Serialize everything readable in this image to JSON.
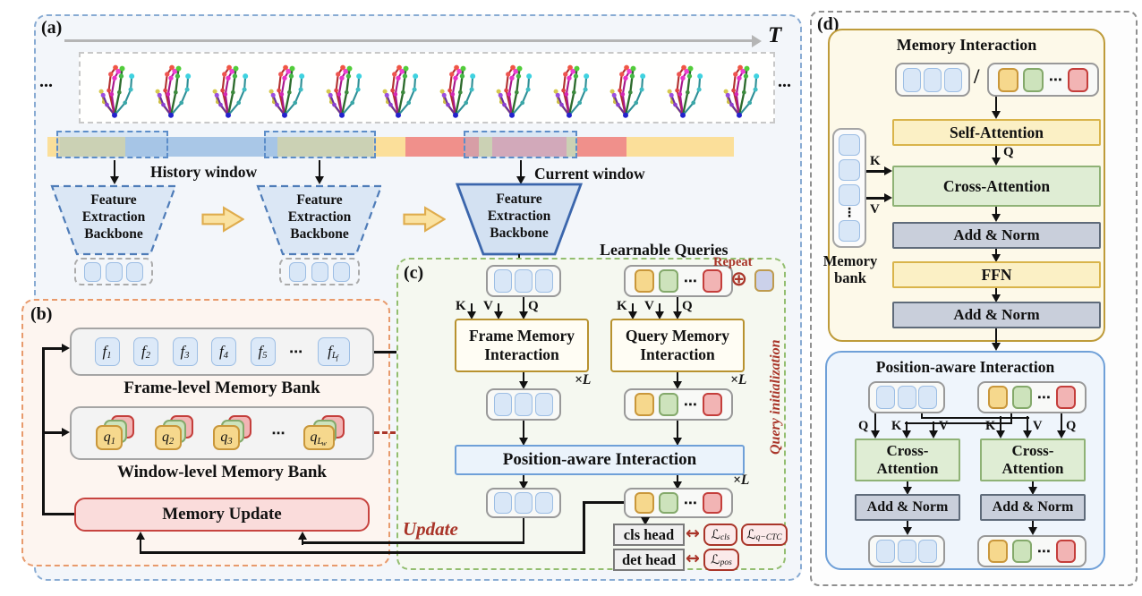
{
  "figure": {
    "a": {
      "label": "(a)",
      "t_label": "T",
      "ellipsis": "...",
      "history_window": "History window",
      "current_window": "Current window",
      "backbone_line1": "Feature",
      "backbone_line2": "Extraction",
      "backbone_line3": "Backbone"
    },
    "b": {
      "label": "(b)",
      "frame_bank_title": "Frame-level Memory Bank",
      "window_bank_title": "Window-level Memory Bank",
      "memory_update": "Memory Update",
      "dots": "⋯",
      "frame_tokens": [
        {
          "base": "f",
          "sub": "1"
        },
        {
          "base": "f",
          "sub": "2"
        },
        {
          "base": "f",
          "sub": "3"
        },
        {
          "base": "f",
          "sub": "4"
        },
        {
          "base": "f",
          "sub": "5"
        },
        {
          "base": "f",
          "sub": "L",
          "subsub": "f"
        }
      ],
      "window_tokens": [
        {
          "base": "q",
          "sub": "1"
        },
        {
          "base": "q",
          "sub": "2"
        },
        {
          "base": "q",
          "sub": "3"
        },
        {
          "base": "q",
          "sub": "L",
          "subsub": "w"
        }
      ]
    },
    "c": {
      "label": "(c)",
      "learnable_queries": "Learnable Queries",
      "repeat": "Repeat",
      "oplus": "⊕",
      "k": "K",
      "v": "V",
      "q": "Q",
      "dots": "⋯",
      "frame_memory_interaction_1": "Frame Memory",
      "frame_memory_interaction_2": "Interaction",
      "query_memory_interaction_1": "Query Memory",
      "query_memory_interaction_2": "Interaction",
      "position_aware_interaction": "Position-aware Interaction",
      "times_l": "×L",
      "query_initialization": "Query initialization",
      "update": "Update",
      "cls_head": "cls head",
      "det_head": "det head",
      "map_arrow": "↔",
      "loss_l": "ℒ",
      "loss_cls_sub": "cls",
      "loss_pos_sub": "pos",
      "loss_qctc_sub": "q−CTC"
    },
    "d": {
      "label": "(d)",
      "memory_interaction": "Memory Interaction",
      "slash": "/",
      "self_attention": "Self-Attention",
      "cross_attention": "Cross-Attention",
      "add_norm": "Add & Norm",
      "ffn": "FFN",
      "k": "K",
      "v": "V",
      "q": "Q",
      "vdots": "⋮",
      "dots": "⋯",
      "memory_bank_1": "Memory",
      "memory_bank_2": "bank",
      "position_aware_interaction": "Position-aware Interaction",
      "cross_1": "Cross-",
      "cross_2": "Attention"
    },
    "colors": {
      "token_blue": "#D9E7F7",
      "token_yellow": "#F6D88D",
      "token_green": "#CDE3BC",
      "token_red": "#F2B4B4",
      "token_lavender": "#CBD1EA",
      "accent_red": "#A93529",
      "gold_border": "#BE9B3A",
      "blue_border": "#6FA0D8",
      "panel_a_dashed": "#88ABD3",
      "panel_b_dashed": "#E89A6C",
      "panel_c_dashed": "#93BE70",
      "panel_d_dashed": "#8F8F8F",
      "bar_yellow": "#FBDF9A",
      "bar_olive": "#DFD9A0",
      "bar_blue": "#A9C7E7",
      "bar_red": "#F0908B",
      "bar_rose": "#E9A0A8"
    }
  }
}
